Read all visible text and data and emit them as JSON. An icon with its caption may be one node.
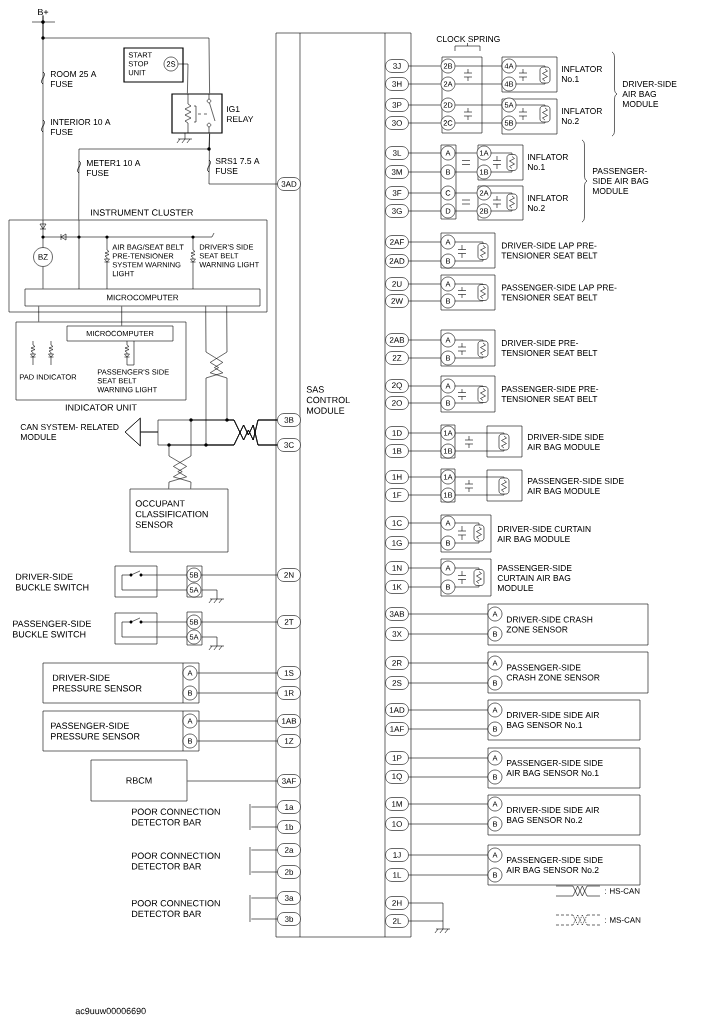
{
  "diagram": {
    "nodes": [
      {
        "text": [
          "B+"
        ]
      },
      {
        "text": [
          "START STOP UNIT"
        ]
      },
      {
        "text": [
          "2S"
        ],
        "in": 1
      },
      {
        "text": [
          "IG1 RELAY"
        ]
      },
      {
        "text": [
          "INSTRUMENT CLUSTER"
        ]
      },
      {
        "text": [
          "BZ"
        ],
        "in": 4
      },
      {
        "text": [
          "MICROCOMPUTER"
        ],
        "in": 4
      },
      {
        "text": [
          "INDICATOR UNIT"
        ]
      },
      {
        "text": [
          "MICROCOMPUTER"
        ],
        "in": 7
      },
      {
        "text": [
          "CAN SYSTEM- RELATED MODULE"
        ]
      },
      {
        "text": [
          "OCCUPANT CLASSIFICATION SENSOR"
        ]
      },
      {
        "text": [
          "DRIVER-SIDE BUCKLE SWITCH"
        ]
      },
      {
        "text": [],
        "shape": "box"
      },
      {
        "text": [
          "5B"
        ],
        "in": 12
      },
      {
        "text": [
          "5A"
        ],
        "in": 12
      },
      {
        "text": [
          "PASSENGER-SIDE BUCKLE SWITCH"
        ]
      },
      {
        "text": [],
        "shape": "box"
      },
      {
        "text": [
          "5B"
        ],
        "in": 16
      },
      {
        "text": [
          "5A"
        ],
        "in": 16
      },
      {
        "text": [
          "DRIVER-SIDE PRESSURE SENSOR"
        ]
      },
      {
        "text": [
          "A"
        ],
        "in": 19
      },
      {
        "text": [
          "B"
        ],
        "in": 19
      },
      {
        "text": [
          "PASSENGER-SIDE PRESSURE SENSOR"
        ]
      },
      {
        "text": [
          "A"
        ],
        "in": 22
      },
      {
        "text": [
          "B"
        ],
        "in": 22
      },
      {
        "text": [
          "RBCM"
        ]
      },
      {
        "text": [
          "POOR CONNECTION DETECTOR BAR"
        ]
      },
      {
        "text": [
          "POOR CONNECTION DETECTOR BAR"
        ]
      },
      {
        "text": [
          "POOR CONNECTION DETECTOR BAR"
        ]
      },
      {
        "text": [
          "SAS CONTROL MODULE"
        ]
      },
      {
        "text": [
          "3AD"
        ],
        "in": 29
      },
      {
        "text": [
          "3B"
        ],
        "in": 29
      },
      {
        "text": [
          "3C"
        ],
        "in": 29
      },
      {
        "text": [
          "2N"
        ],
        "in": 29
      },
      {
        "text": [
          "2T"
        ],
        "in": 29
      },
      {
        "text": [
          "1S"
        ],
        "in": 29
      },
      {
        "text": [
          "1R"
        ],
        "in": 29
      },
      {
        "text": [
          "1AB"
        ],
        "in": 29
      },
      {
        "text": [
          "1Z"
        ],
        "in": 29
      },
      {
        "text": [
          "3AF"
        ],
        "in": 29
      },
      {
        "text": [
          "1a"
        ],
        "in": 29
      },
      {
        "text": [
          "1b"
        ],
        "in": 29
      },
      {
        "text": [
          "2a"
        ],
        "in": 29
      },
      {
        "text": [
          "2b"
        ],
        "in": 29
      },
      {
        "text": [
          "3a"
        ],
        "in": 29
      },
      {
        "text": [
          "3b"
        ],
        "in": 29
      },
      {
        "text": [
          "3J"
        ],
        "in": 29
      },
      {
        "text": [
          "3H"
        ],
        "in": 29
      },
      {
        "text": [
          "3P"
        ],
        "in": 29
      },
      {
        "text": [
          "3O"
        ],
        "in": 29
      },
      {
        "text": [
          "3L"
        ],
        "in": 29
      },
      {
        "text": [
          "3M"
        ],
        "in": 29
      },
      {
        "text": [
          "3F"
        ],
        "in": 29
      },
      {
        "text": [
          "3G"
        ],
        "in": 29
      },
      {
        "text": [
          "2AF"
        ],
        "in": 29
      },
      {
        "text": [
          "2AD"
        ],
        "in": 29
      },
      {
        "text": [
          "2U"
        ],
        "in": 29
      },
      {
        "text": [
          "2W"
        ],
        "in": 29
      },
      {
        "text": [
          "2AB"
        ],
        "in": 29
      },
      {
        "text": [
          "2Z"
        ],
        "in": 29
      },
      {
        "text": [
          "2Q"
        ],
        "in": 29
      },
      {
        "text": [
          "2O"
        ],
        "in": 29
      },
      {
        "text": [
          "1D"
        ],
        "in": 29
      },
      {
        "text": [
          "1B"
        ],
        "in": 29
      },
      {
        "text": [
          "1H"
        ],
        "in": 29
      },
      {
        "text": [
          "1F"
        ],
        "in": 29
      },
      {
        "text": [
          "1C"
        ],
        "in": 29
      },
      {
        "text": [
          "1G"
        ],
        "in": 29
      },
      {
        "text": [
          "1N"
        ],
        "in": 29
      },
      {
        "text": [
          "1K"
        ],
        "in": 29
      },
      {
        "text": [
          "3AB"
        ],
        "in": 29
      },
      {
        "text": [
          "3X"
        ],
        "in": 29
      },
      {
        "text": [
          "2R"
        ],
        "in": 29
      },
      {
        "text": [
          "2S"
        ],
        "in": 29
      },
      {
        "text": [
          "1AD"
        ],
        "in": 29
      },
      {
        "text": [
          "1AF"
        ],
        "in": 29
      },
      {
        "text": [
          "1P"
        ],
        "in": 29
      },
      {
        "text": [
          "1Q"
        ],
        "in": 29
      },
      {
        "text": [
          "1M"
        ],
        "in": 29
      },
      {
        "text": [
          "1O"
        ],
        "in": 29
      },
      {
        "text": [
          "1J"
        ],
        "in": 29
      },
      {
        "text": [
          "1L"
        ],
        "in": 29
      },
      {
        "text": [
          "2H"
        ],
        "in": 29
      },
      {
        "text": [
          "2L"
        ],
        "in": 29
      },
      {
        "text": [
          "CLOCK SPRING"
        ]
      },
      {
        "text": [
          "2B"
        ],
        "in": 84
      },
      {
        "text": [
          "2A"
        ],
        "in": 84
      },
      {
        "text": [
          "2D"
        ],
        "in": 84
      },
      {
        "text": [
          "2C"
        ],
        "in": 84
      },
      {
        "text": [
          "INFLATOR No.1"
        ]
      },
      {
        "text": [
          "4A"
        ],
        "in": 89
      },
      {
        "text": [
          "4B"
        ],
        "in": 89
      },
      {
        "text": [
          "INFLATOR No.2"
        ]
      },
      {
        "text": [
          "5A"
        ],
        "in": 92
      },
      {
        "text": [
          "5B"
        ],
        "in": 92
      },
      {
        "text": [],
        "shape": "box"
      },
      {
        "text": [
          "A"
        ],
        "in": 95
      },
      {
        "text": [
          "B"
        ],
        "in": 95
      },
      {
        "text": [
          "C"
        ],
        "in": 95
      },
      {
        "text": [
          "D"
        ],
        "in": 95
      },
      {
        "text": [
          "INFLATOR No.1"
        ]
      },
      {
        "text": [
          "1A"
        ],
        "in": 100
      },
      {
        "text": [
          "1B"
        ],
        "in": 100
      },
      {
        "text": [
          "INFLATOR No.2"
        ]
      },
      {
        "text": [
          "2A"
        ],
        "in": 103
      },
      {
        "text": [
          "2B"
        ],
        "in": 103
      },
      {
        "text": [
          "DRIVER-SIDE LAP PRE- TENSIONER SEAT BELT"
        ]
      },
      {
        "text": [
          "A"
        ],
        "in": 106
      },
      {
        "text": [
          "B"
        ],
        "in": 106
      },
      {
        "text": [
          "PASSENGER-SIDE LAP PRE- TENSIONER SEAT BELT"
        ]
      },
      {
        "text": [
          "A"
        ],
        "in": 109
      },
      {
        "text": [
          "B"
        ],
        "in": 109
      },
      {
        "text": [
          "DRIVER-SIDE PRE- TENSIONER SEAT BELT"
        ]
      },
      {
        "text": [
          "A"
        ],
        "in": 112
      },
      {
        "text": [
          "B"
        ],
        "in": 112
      },
      {
        "text": [
          "PASSENGER-SIDE PRE- TENSIONER SEAT BELT"
        ]
      },
      {
        "text": [
          "A"
        ],
        "in": 115
      },
      {
        "text": [
          "B"
        ],
        "in": 115
      },
      {
        "text": [],
        "shape": "box"
      },
      {
        "text": [
          "1A"
        ],
        "in": 118
      },
      {
        "text": [
          "1B"
        ],
        "in": 118
      },
      {
        "text": [
          "DRIVER-SIDE SIDE AIR BAG MODULE"
        ]
      },
      {
        "text": [],
        "shape": "box"
      },
      {
        "text": [
          "1A"
        ],
        "in": 122
      },
      {
        "text": [
          "1B"
        ],
        "in": 122
      },
      {
        "text": [
          "PASSENGER-SIDE SIDE AIR BAG MODULE"
        ]
      },
      {
        "text": [
          "DRIVER-SIDE CURTAIN AIR BAG MODULE"
        ]
      },
      {
        "text": [
          "A"
        ],
        "in": 126
      },
      {
        "text": [
          "B"
        ],
        "in": 126
      },
      {
        "text": [
          "PASSENGER-SIDE CURTAIN AIR BAG MODULE"
        ]
      },
      {
        "text": [
          "A"
        ],
        "in": 129
      },
      {
        "text": [
          "B"
        ],
        "in": 129
      },
      {
        "text": [
          "DRIVER-SIDE CRASH ZONE SENSOR"
        ]
      },
      {
        "text": [
          "A"
        ],
        "in": 132
      },
      {
        "text": [
          "B"
        ],
        "in": 132
      },
      {
        "text": [
          "PASSENGER-SIDE CRASH ZONE SENSOR"
        ]
      },
      {
        "text": [
          "A"
        ],
        "in": 135
      },
      {
        "text": [
          "B"
        ],
        "in": 135
      },
      {
        "text": [
          "DRIVER-SIDE SIDE AIR BAG SENSOR No.1"
        ]
      },
      {
        "text": [
          "A"
        ],
        "in": 138
      },
      {
        "text": [
          "B"
        ],
        "in": 138
      },
      {
        "text": [
          "PASSENGER-SIDE SIDE AIR BAG SENSOR No.1"
        ]
      },
      {
        "text": [
          "A"
        ],
        "in": 141
      },
      {
        "text": [
          "B"
        ],
        "in": 141
      },
      {
        "text": [
          "DRIVER-SIDE SIDE AIR BAG SENSOR No.2"
        ]
      },
      {
        "text": [
          "A"
        ],
        "in": 144
      },
      {
        "text": [
          "B"
        ],
        "in": 144
      },
      {
        "text": [
          "PASSENGER-SIDE SIDE AIR BAG SENSOR No.2"
        ]
      },
      {
        "text": [
          "A"
        ],
        "in": 147
      },
      {
        "text": [
          "B"
        ],
        "in": 147
      }
    ],
    "edges": [
      {
        "from": 0,
        "to": 4,
        "arrow": "none"
      },
      {
        "from": 0,
        "to": 3,
        "arrow": "none"
      },
      {
        "from": 2,
        "to": 3,
        "arrow": "none"
      },
      {
        "from": 3,
        "to": 30,
        "arrow": "none"
      },
      {
        "from": 3,
        "to": 4,
        "arrow": "none"
      },
      {
        "from": 5,
        "to": 6,
        "arrow": "none"
      },
      {
        "from": 6,
        "to": 8,
        "arrow": "none"
      },
      {
        "from": 6,
        "to": 7,
        "arrow": "none"
      },
      {
        "from": 6,
        "to": 31,
        "arrow": "none"
      },
      {
        "from": 6,
        "to": 32,
        "arrow": "none"
      },
      {
        "from": 31,
        "to": 9,
        "arrow": "to"
      },
      {
        "from": 32,
        "to": 9,
        "arrow": "to"
      },
      {
        "from": 10,
        "to": 31,
        "arrow": "none"
      },
      {
        "from": 10,
        "to": 32,
        "arrow": "none"
      },
      {
        "from": 11,
        "to": 13,
        "arrow": "none"
      },
      {
        "from": 11,
        "to": 14,
        "arrow": "none"
      },
      {
        "from": 13,
        "to": 33,
        "arrow": "none"
      },
      {
        "from": 15,
        "to": 17,
        "arrow": "none"
      },
      {
        "from": 15,
        "to": 18,
        "arrow": "none"
      },
      {
        "from": 17,
        "to": 34,
        "arrow": "none"
      },
      {
        "from": 20,
        "to": 35,
        "arrow": "none"
      },
      {
        "from": 21,
        "to": 36,
        "arrow": "none"
      },
      {
        "from": 23,
        "to": 37,
        "arrow": "none"
      },
      {
        "from": 24,
        "to": 38,
        "arrow": "none"
      },
      {
        "from": 25,
        "to": 39,
        "arrow": "none"
      },
      {
        "from": 26,
        "to": 40,
        "arrow": "none"
      },
      {
        "from": 26,
        "to": 41,
        "arrow": "none"
      },
      {
        "from": 27,
        "to": 42,
        "arrow": "none"
      },
      {
        "from": 27,
        "to": 43,
        "arrow": "none"
      },
      {
        "from": 28,
        "to": 44,
        "arrow": "none"
      },
      {
        "from": 28,
        "to": 45,
        "arrow": "none"
      },
      {
        "from": 46,
        "to": 85,
        "arrow": "none"
      },
      {
        "from": 47,
        "to": 86,
        "arrow": "none"
      },
      {
        "from": 48,
        "to": 87,
        "arrow": "none"
      },
      {
        "from": 49,
        "to": 88,
        "arrow": "none"
      },
      {
        "from": 85,
        "to": 90,
        "arrow": "none"
      },
      {
        "from": 86,
        "to": 91,
        "arrow": "none"
      },
      {
        "from": 87,
        "to": 93,
        "arrow": "none"
      },
      {
        "from": 88,
        "to": 94,
        "arrow": "none"
      },
      {
        "from": 50,
        "to": 96,
        "arrow": "none"
      },
      {
        "from": 51,
        "to": 97,
        "arrow": "none"
      },
      {
        "from": 52,
        "to": 98,
        "arrow": "none"
      },
      {
        "from": 53,
        "to": 99,
        "arrow": "none"
      },
      {
        "from": 96,
        "to": 101,
        "arrow": "none"
      },
      {
        "from": 97,
        "to": 102,
        "arrow": "none"
      },
      {
        "from": 98,
        "to": 104,
        "arrow": "none"
      },
      {
        "from": 99,
        "to": 105,
        "arrow": "none"
      },
      {
        "from": 54,
        "to": 107,
        "arrow": "none"
      },
      {
        "from": 55,
        "to": 108,
        "arrow": "none"
      },
      {
        "from": 56,
        "to": 110,
        "arrow": "none"
      },
      {
        "from": 57,
        "to": 111,
        "arrow": "none"
      },
      {
        "from": 58,
        "to": 113,
        "arrow": "none"
      },
      {
        "from": 59,
        "to": 114,
        "arrow": "none"
      },
      {
        "from": 60,
        "to": 116,
        "arrow": "none"
      },
      {
        "from": 61,
        "to": 117,
        "arrow": "none"
      },
      {
        "from": 62,
        "to": 119,
        "arrow": "none"
      },
      {
        "from": 63,
        "to": 120,
        "arrow": "none"
      },
      {
        "from": 119,
        "to": 121,
        "arrow": "none"
      },
      {
        "from": 120,
        "to": 121,
        "arrow": "none"
      },
      {
        "from": 64,
        "to": 123,
        "arrow": "none"
      },
      {
        "from": 65,
        "to": 124,
        "arrow": "none"
      },
      {
        "from": 123,
        "to": 125,
        "arrow": "none"
      },
      {
        "from": 124,
        "to": 125,
        "arrow": "none"
      },
      {
        "from": 66,
        "to": 127,
        "arrow": "none"
      },
      {
        "from": 67,
        "to": 128,
        "arrow": "none"
      },
      {
        "from": 68,
        "to": 130,
        "arrow": "none"
      },
      {
        "from": 69,
        "to": 131,
        "arrow": "none"
      },
      {
        "from": 70,
        "to": 133,
        "arrow": "none"
      },
      {
        "from": 71,
        "to": 134,
        "arrow": "none"
      },
      {
        "from": 72,
        "to": 136,
        "arrow": "none"
      },
      {
        "from": 73,
        "to": 137,
        "arrow": "none"
      },
      {
        "from": 74,
        "to": 139,
        "arrow": "none"
      },
      {
        "from": 75,
        "to": 140,
        "arrow": "none"
      },
      {
        "from": 76,
        "to": 142,
        "arrow": "none"
      },
      {
        "from": 77,
        "to": 143,
        "arrow": "none"
      },
      {
        "from": 78,
        "to": 145,
        "arrow": "none"
      },
      {
        "from": 79,
        "to": 146,
        "arrow": "none"
      },
      {
        "from": 80,
        "to": 148,
        "arrow": "none"
      },
      {
        "from": 81,
        "to": 149,
        "arrow": "none"
      },
      {
        "from": 82,
        "to": 83,
        "arrow": "none"
      }
    ],
    "labels": [
      "ROOM 25 A FUSE",
      "INTERIOR 10 A FUSE",
      "METER1 10 A FUSE",
      "SRS1 7.5 A FUSE",
      "AIR BAG/SEAT BELT PRE-TENSIONER SYSTEM WARNING LIGHT",
      "DRIVER'S SIDE SEAT BELT WARNING LIGHT",
      "PAD INDICATOR",
      "PASSENGER'S SIDE SEAT BELT WARNING LIGHT",
      "DRIVER-SIDE AIR BAG MODULE",
      "PASSENGER- SIDE AIR BAG MODULE",
      "ac9uuw00006690"
    ],
    "legend": [
      {
        "text": ": HS-CAN"
      },
      {
        "text": ": MS-CAN"
      }
    ]
  }
}
